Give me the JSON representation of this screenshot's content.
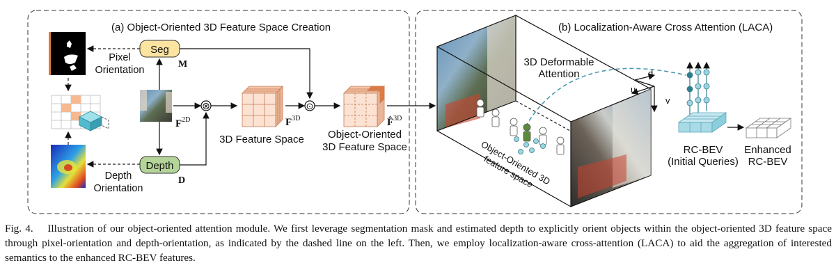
{
  "panel_a": {
    "title": "(a) Object-Oriented 3D Feature Space Creation",
    "seg_label": "Seg",
    "seg_symbol": "M",
    "depth_label": "Depth",
    "depth_symbol": "D",
    "pixel_orientation_line1": "Pixel",
    "pixel_orientation_line2": "Orientation",
    "depth_orientation_line1": "Depth",
    "depth_orientation_line2": "Orientation",
    "f2d_symbol": "F",
    "f2d_sup": "2D",
    "f3d_symbol": "F",
    "f3d_sup": "3D",
    "feature_space_label": "3D Feature Space",
    "fhat_symbol": "F̂",
    "fhat_sup": "3D",
    "oo_space_line1": "Object-Oriented",
    "oo_space_line2": "3D Feature Space",
    "multiply_symbol": "⊗",
    "dot_symbol": "⊙"
  },
  "panel_b": {
    "title": "(b) Localization-Aware Cross Attention (LACA)",
    "deformable_line1": "3D Deformable",
    "deformable_line2": "Attention",
    "axis_d": "d",
    "axis_u": "u",
    "axis_v": "v",
    "oo_feature_line1": "Object-Oriented 3D",
    "oo_feature_line2": "feature space",
    "rcbev_line1": "RC-BEV",
    "rcbev_line2": "(Initial Queries)",
    "enhanced_line1": "Enhanced",
    "enhanced_line2": "RC-BEV"
  },
  "colors": {
    "seg_fill": "#fbe3a0",
    "depth_fill": "#b5d49a",
    "cube_fill": "#f7d6c3",
    "cube_accent": "#e07a3f",
    "query_fill": "#9fd3e0",
    "query_dark": "#2f7e8e",
    "dashed_arc": "#4a9ab0"
  },
  "caption": {
    "fig_label": "Fig. 4.",
    "text": "Illustration of our object-oriented attention module. We first leverage segmentation mask and estimated depth to explicitly orient objects within the object-oriented 3D feature space through pixel-orientation and depth-orientation, as indicated by the dashed line on the left. Then, we employ localization-aware cross-attention (LACA) to aid the aggregation of interested semantics to the enhanced RC-BEV features."
  }
}
